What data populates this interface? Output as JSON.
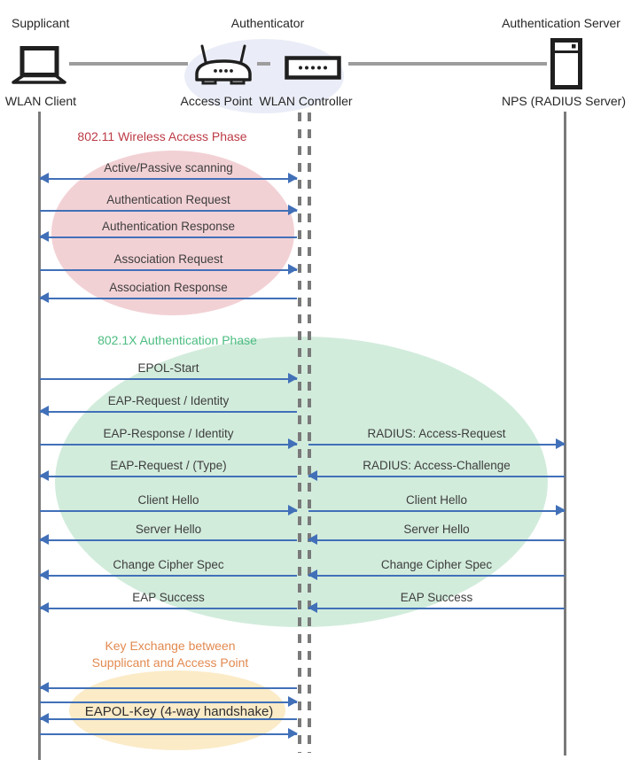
{
  "colors": {
    "arrow_blue": "#4170b8",
    "lifeline_gray": "#7a7a7a",
    "phase1_title_red": "#bc3a45",
    "phase1_fill_pink": "#f2d1d5",
    "phase2_title_green": "#4cbd81",
    "phase2_fill_mint": "#d2ecdc",
    "phase3_title_orange": "#e28a50",
    "phase3_fill_yellow": "#fbebc7",
    "authenticator_fill_blue": "#eaedf7"
  },
  "header": {
    "roles": [
      {
        "label": "Supplicant"
      },
      {
        "label": "Authenticator"
      },
      {
        "label": "Authentication Server"
      }
    ],
    "devices": [
      {
        "label": "WLAN Client",
        "icon": "laptop-icon"
      },
      {
        "label": "Access Point",
        "icon": "access-point-icon"
      },
      {
        "label": "WLAN Controller",
        "icon": "wlan-controller-icon"
      },
      {
        "label": "NPS (RADIUS Server)",
        "icon": "server-icon"
      }
    ]
  },
  "phases": [
    {
      "title": "802.11 Wireless Access Phase",
      "messages": [
        {
          "label": "Active/Passive scanning",
          "direction": "both",
          "from": "WLAN Client",
          "to": "WLAN Controller"
        },
        {
          "label": "Authentication Request",
          "direction": "right",
          "from": "WLAN Client",
          "to": "WLAN Controller"
        },
        {
          "label": "Authentication Response",
          "direction": "left",
          "from": "WLAN Controller",
          "to": "WLAN Client"
        },
        {
          "label": "Association Request",
          "direction": "right",
          "from": "WLAN Client",
          "to": "WLAN Controller"
        },
        {
          "label": "Association Response",
          "direction": "left",
          "from": "WLAN Controller",
          "to": "WLAN Client"
        }
      ]
    },
    {
      "title": "802.1X Authentication Phase",
      "client_messages": [
        {
          "label": "EPOL-Start",
          "direction": "right"
        },
        {
          "label": "EAP-Request / Identity",
          "direction": "left"
        },
        {
          "label": "EAP-Response / Identity",
          "direction": "right"
        },
        {
          "label": "EAP-Request / (Type)",
          "direction": "left"
        },
        {
          "label": "Client Hello",
          "direction": "right"
        },
        {
          "label": "Server Hello",
          "direction": "left"
        },
        {
          "label": "Change Cipher Spec",
          "direction": "left"
        },
        {
          "label": "EAP Success",
          "direction": "left"
        }
      ],
      "server_messages": [
        {
          "label": "RADIUS: Access-Request",
          "direction": "right"
        },
        {
          "label": "RADIUS: Access-Challenge",
          "direction": "left"
        },
        {
          "label": "Client Hello",
          "direction": "right"
        },
        {
          "label": "Server Hello",
          "direction": "left"
        },
        {
          "label": "Change Cipher Spec",
          "direction": "left"
        },
        {
          "label": "EAP Success",
          "direction": "left"
        }
      ]
    },
    {
      "title_line1": "Key Exchange between",
      "title_line2": "Supplicant and Access Point",
      "handshake_label": "EAPOL-Key (4-way handshake)",
      "arrows": [
        "left",
        "right",
        "left",
        "right"
      ]
    }
  ]
}
